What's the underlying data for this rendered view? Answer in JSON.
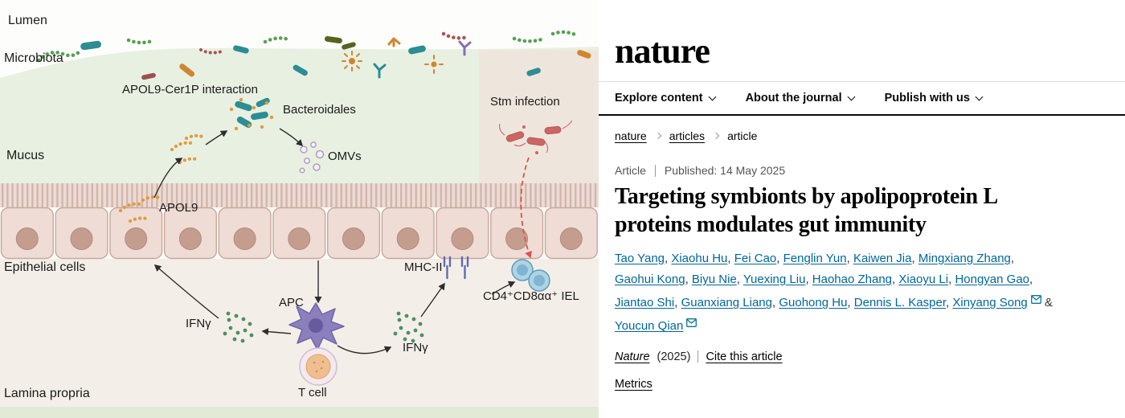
{
  "colors": {
    "link_blue": "#006699",
    "email_icon_teal": "#0e7490",
    "infection_arrow_red": "#d9534f"
  },
  "figure": {
    "region_labels": {
      "lumen": "Lumen",
      "microbiota": "Microbiota",
      "mucus": "Mucus",
      "epithelial_cells": "Epithelial cells",
      "lamina_propria": "Lamina propria"
    },
    "annotations": {
      "apol9_cer1p": "APOL9-Cer1P interaction",
      "bacteroidales": "Bacteroidales",
      "omvs": "OMVs",
      "apol9": "APOL9",
      "stm_infection": "Stm infection",
      "mhc2": "MHC-II",
      "iel": "CD4⁺CD8αα⁺ IEL",
      "ifng_left": "IFNγ",
      "ifng_right": "IFNγ",
      "apc": "APC",
      "t_cell": "T cell"
    }
  },
  "site": {
    "logo": "nature",
    "nav": [
      {
        "label": "Explore content"
      },
      {
        "label": "About the journal"
      },
      {
        "label": "Publish with us"
      }
    ],
    "breadcrumb": [
      {
        "label": "nature"
      },
      {
        "label": "articles"
      },
      {
        "label": "article"
      }
    ],
    "article": {
      "type_label": "Article",
      "published": "Published: 14 May 2025",
      "title": "Targeting symbionts by apolipoprotein L proteins modulates gut immunity",
      "authors": [
        {
          "name": "Tao Yang"
        },
        {
          "name": "Xiaohu Hu"
        },
        {
          "name": "Fei Cao"
        },
        {
          "name": "Fenglin Yun"
        },
        {
          "name": "Kaiwen Jia"
        },
        {
          "name": "Mingxiang Zhang"
        },
        {
          "name": "Gaohui Kong"
        },
        {
          "name": "Biyu Nie"
        },
        {
          "name": "Yuexing Liu"
        },
        {
          "name": "Haohao Zhang"
        },
        {
          "name": "Xiaoyu Li"
        },
        {
          "name": "Hongyan Gao"
        },
        {
          "name": "Jiantao Shi"
        },
        {
          "name": "Guanxiang Liang"
        },
        {
          "name": "Guohong Hu"
        },
        {
          "name": "Dennis L. Kasper"
        },
        {
          "name": "Xinyang Song",
          "email": true
        },
        {
          "name": "Youcun Qian",
          "email": true
        }
      ],
      "journal_name": "Nature",
      "journal_year": "(2025)",
      "cite_link": "Cite this article",
      "metrics_link": "Metrics"
    }
  }
}
